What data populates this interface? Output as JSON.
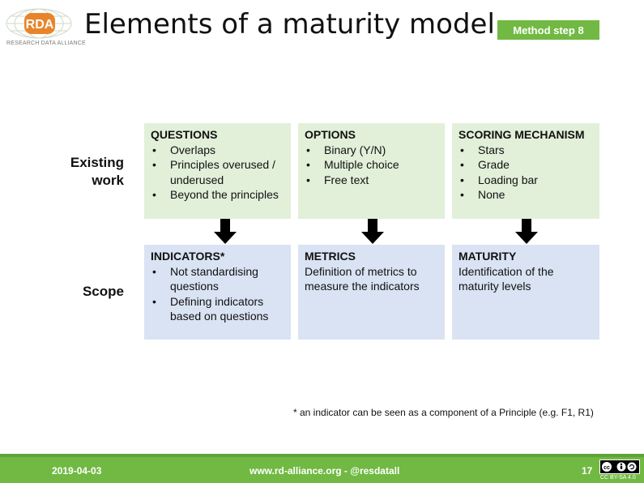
{
  "logo": {
    "mark": "RDA",
    "subtitle": "RESEARCH DATA ALLIANCE"
  },
  "title": "Elements of a maturity model",
  "badge": "Method step 8",
  "rows": {
    "existing": "Existing work",
    "scope": "Scope"
  },
  "existing_boxes": [
    {
      "title": "QUESTIONS",
      "items": [
        "Overlaps",
        "Principles overused / underused",
        "Beyond the principles"
      ]
    },
    {
      "title": "OPTIONS",
      "items": [
        "Binary (Y/N)",
        "Multiple choice",
        "Free text"
      ]
    },
    {
      "title": "SCORING MECHANISM",
      "items": [
        "Stars",
        "Grade",
        "Loading bar",
        "None"
      ]
    }
  ],
  "scope_boxes": [
    {
      "title": "INDICATORS*",
      "items": [
        "Not standardising questions",
        "Defining indicators based on questions"
      ]
    },
    {
      "title": "METRICS",
      "text": "Definition of metrics to measure the indicators"
    },
    {
      "title": "MATURITY",
      "text": "Identification of the maturity levels"
    }
  ],
  "footnote": "* an indicator can be seen as a component of a Principle (e.g. F1, R1)",
  "footer": {
    "date": "2019-04-03",
    "site": "www.rd-alliance.org -  @resdatall",
    "page": "17",
    "license": "CC BY-SA 4.0"
  },
  "colors": {
    "green_box": "#e2efd9",
    "blue_box": "#dae3f3",
    "accent": "#71b943"
  }
}
